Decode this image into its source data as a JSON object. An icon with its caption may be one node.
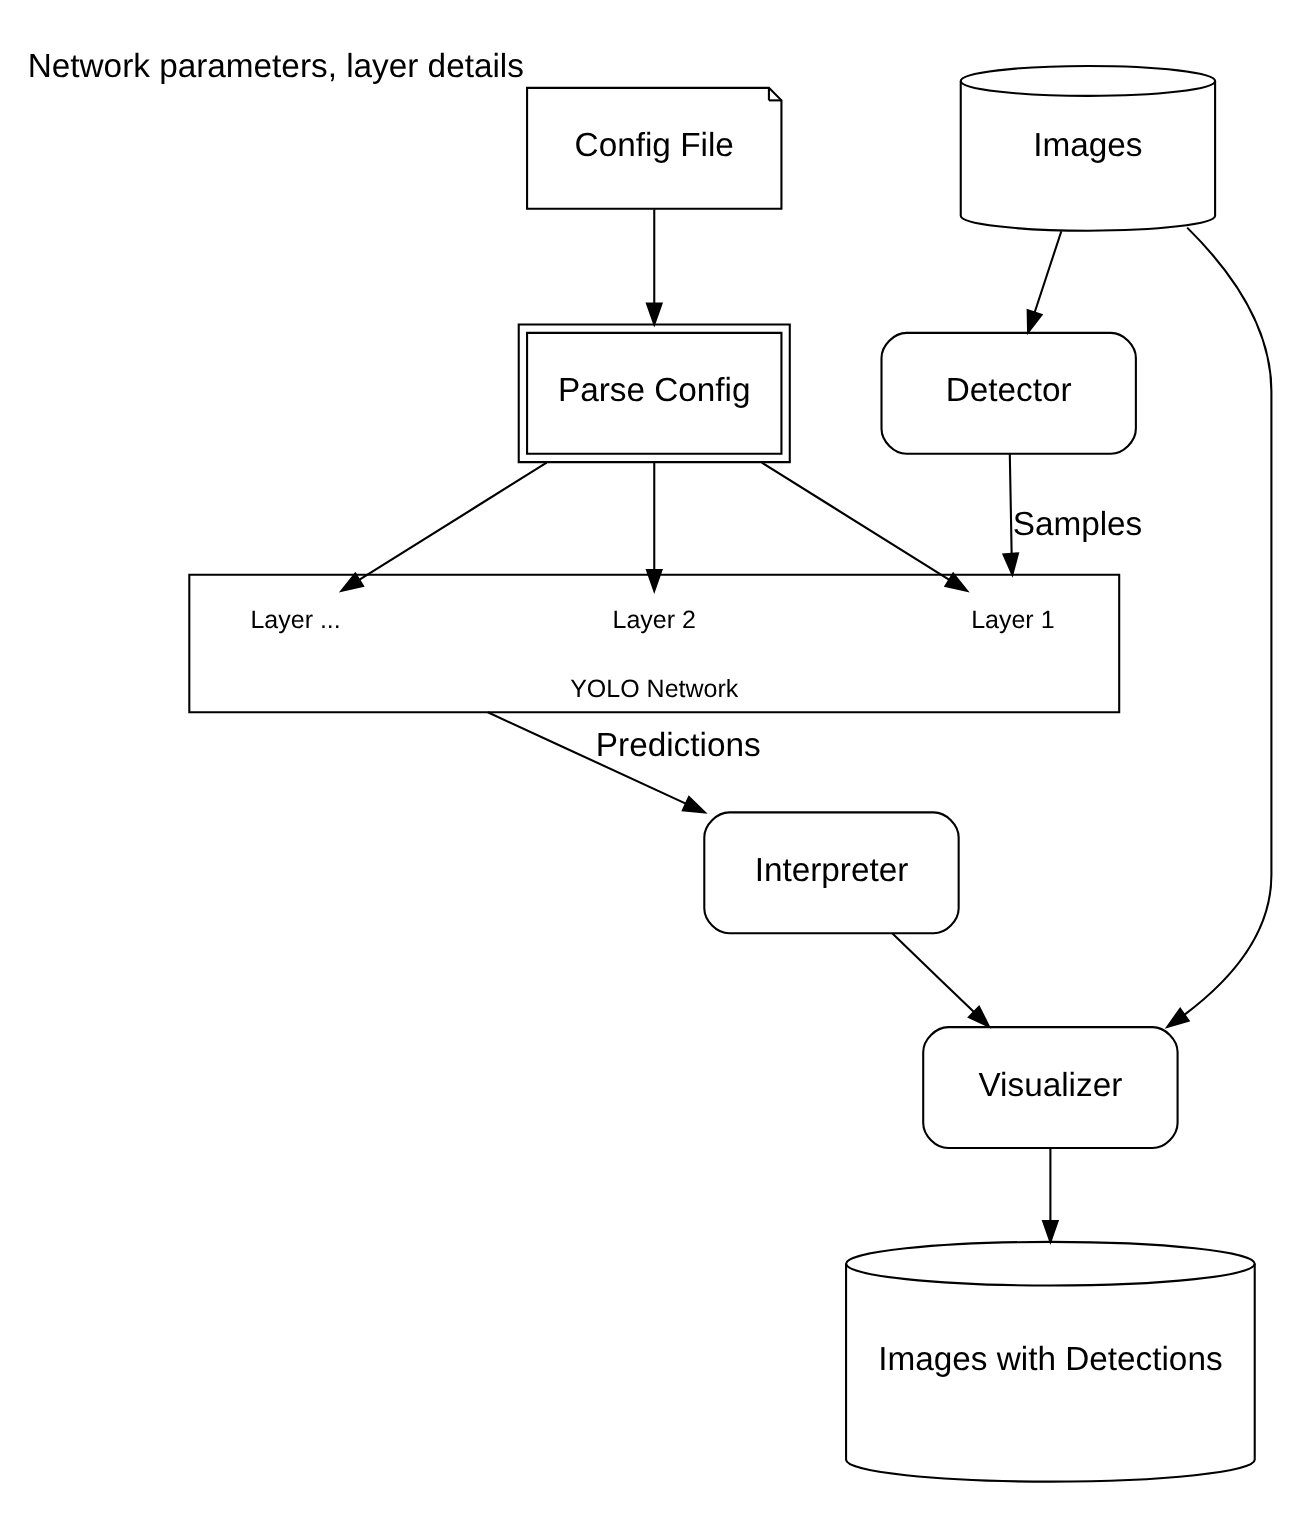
{
  "diagram": {
    "nodes": [
      {
        "text": [
          "Config File"
        ],
        "beside": [
          "Network parameters, layer details"
        ]
      },
      {
        "text": [
          "Parse Config"
        ]
      },
      {
        "text": [
          "Detector"
        ]
      },
      {
        "text": [
          "Images"
        ]
      },
      {
        "text": [
          "YOLO Network"
        ]
      },
      {
        "text": [
          "Layer 1"
        ],
        "in": 4
      },
      {
        "text": [
          "Layer 2"
        ],
        "in": 4
      },
      {
        "text": [
          "Layer ..."
        ],
        "in": 4
      },
      {
        "text": [
          "Interpreter"
        ]
      },
      {
        "text": [
          "Visualizer"
        ]
      },
      {
        "text": [
          "Images with Detections"
        ]
      }
    ],
    "edges": [
      {
        "from": 0,
        "to": 1,
        "arrow": "to"
      },
      {
        "from": 1,
        "to": 5,
        "arrow": "to"
      },
      {
        "from": 1,
        "to": 6,
        "arrow": "to"
      },
      {
        "from": 1,
        "to": 7,
        "arrow": "to"
      },
      {
        "from": 3,
        "to": 2,
        "arrow": "to"
      },
      {
        "from": 2,
        "to": 4,
        "label": "Samples",
        "arrow": "to"
      },
      {
        "from": 4,
        "to": 8,
        "label": "Predictions",
        "arrow": "to"
      },
      {
        "from": 3,
        "to": 9,
        "arrow": "to"
      },
      {
        "from": 8,
        "to": 9,
        "arrow": "to"
      },
      {
        "from": 9,
        "to": 10,
        "arrow": "to"
      }
    ]
  }
}
